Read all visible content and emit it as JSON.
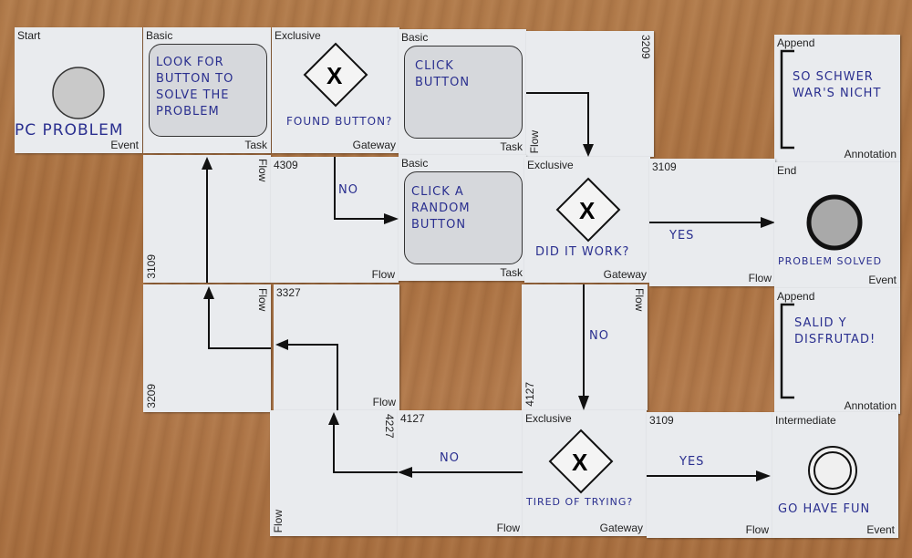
{
  "cards": {
    "start": {
      "type": "Start",
      "kind": "Event",
      "text": "PC PROBLEM"
    },
    "task1": {
      "type": "Basic",
      "kind": "Task",
      "text": "LOOK FOR\nBUTTON TO\nSOLVE THE\nPROBLEM"
    },
    "gw1": {
      "type": "Exclusive",
      "kind": "Gateway",
      "text": "FOUND BUTTON?",
      "symbol": "X"
    },
    "task2": {
      "type": "Basic",
      "kind": "Task",
      "text": "CLICK\nBUTTON"
    },
    "flow1": {
      "code": "3209",
      "kind": "Flow"
    },
    "ann1": {
      "type": "Append",
      "kind": "Annotation",
      "text": "SO SCHWER\nWAR'S NICHT"
    },
    "flow2": {
      "code": "3109",
      "kind": "Flow"
    },
    "flow3": {
      "code": "4309",
      "kind": "Flow",
      "text": "NO"
    },
    "task3": {
      "type": "Basic",
      "kind": "Task",
      "text": "CLICK A\nRANDOM\nBUTTON"
    },
    "gw2": {
      "type": "Exclusive",
      "kind": "Gateway",
      "text": "DID IT WORK?",
      "symbol": "X"
    },
    "flow4": {
      "code": "3109",
      "kind": "Flow",
      "text": "YES"
    },
    "end": {
      "type": "End",
      "kind": "Event",
      "text": "PROBLEM SOLVED"
    },
    "flow5": {
      "code": "3209",
      "kind": "Flow"
    },
    "flow6": {
      "code": "3327",
      "kind": "Flow"
    },
    "flow7": {
      "code": "4127",
      "kind": "Flow",
      "text": "NO"
    },
    "ann2": {
      "type": "Append",
      "kind": "Annotation",
      "text": "SALID Y\nDISFRUTAD!"
    },
    "flow8": {
      "code": "4227",
      "kind": "Flow"
    },
    "flow9": {
      "code": "4127",
      "kind": "Flow",
      "text": "NO"
    },
    "gw3": {
      "type": "Exclusive",
      "kind": "Gateway",
      "text": "TIRED OF TRYING?",
      "symbol": "X"
    },
    "flow10": {
      "code": "3109",
      "kind": "Flow",
      "text": "YES"
    },
    "inter": {
      "type": "Intermediate",
      "kind": "Event",
      "text": "GO HAVE FUN"
    }
  }
}
